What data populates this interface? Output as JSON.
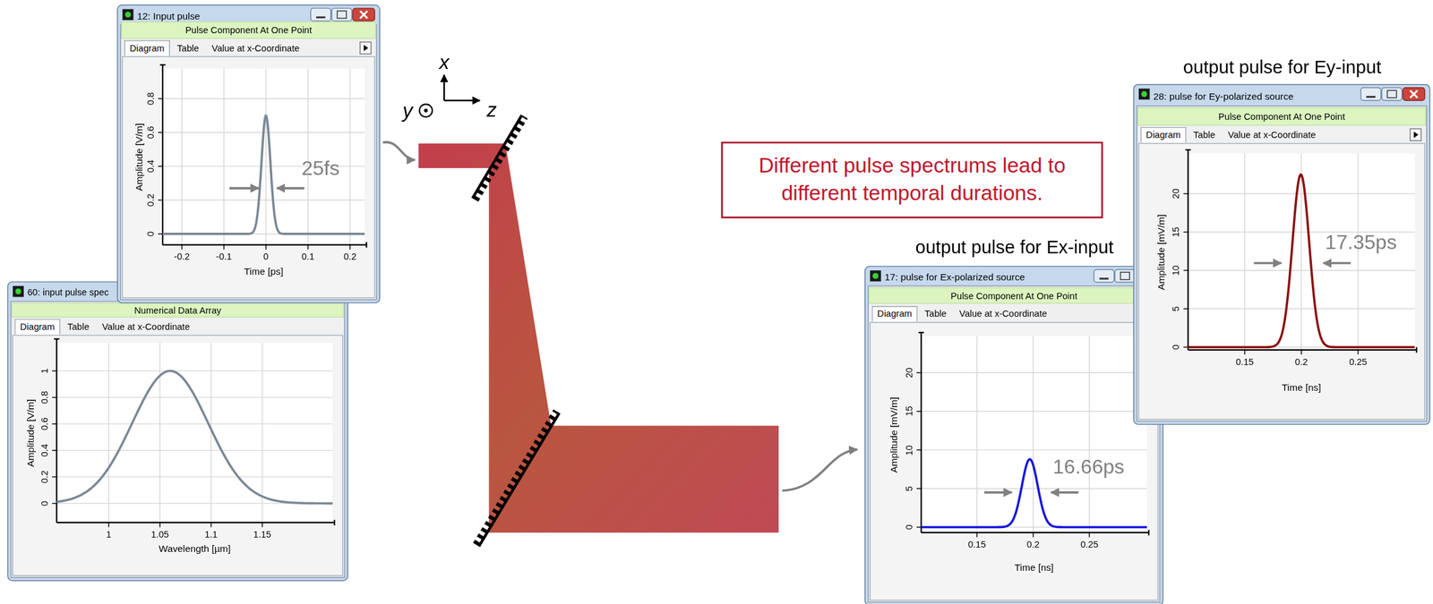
{
  "diagram": {
    "nodes": [
      {
        "text": [
          "12: Input pulse",
          "Pulse Component At One Point",
          "Diagram",
          "Table",
          "Value at x-Coordinate",
          "Amplitude [V/m]",
          "Time [ps]",
          "0",
          "0.2",
          "0.4",
          "0.6",
          "0.8",
          "-0.2",
          "-0.1",
          "0",
          "0.1",
          "0.2",
          "25fs"
        ]
      },
      {
        "text": [
          "60: input pulse spec",
          "Numerical Data Array",
          "Diagram",
          "Table",
          "Value at x-Coordinate",
          "Amplitude [V/m]",
          "Wavelength [µm]",
          "0",
          "0.2",
          "0.4",
          "0.6",
          "0.8",
          "1",
          "1",
          "1.05",
          "1.1",
          "1.15"
        ]
      },
      {
        "text": [
          "Different pulse spectrums lead to different temporal durations."
        ]
      },
      {
        "text": [
          "17: pulse for Ex-polarized source",
          "Pulse Component At One Point",
          "Diagram",
          "Table",
          "Value at x-Coordinate",
          "Amplitude [mV/m]",
          "Time [ns]",
          "0",
          "5",
          "10",
          "15",
          "20",
          "0.15",
          "0.2",
          "0.25",
          "16.66ps"
        ]
      },
      {
        "text": [
          "28: pulse for Ey-polarized source",
          "Pulse Component At One Point",
          "Diagram",
          "Table",
          "Value at x-Coordinate",
          "Amplitude [mV/m]",
          "Time [ns]",
          "0",
          "5",
          "10",
          "15",
          "20",
          "0.15",
          "0.2",
          "0.25",
          "17.35ps"
        ]
      }
    ],
    "labels": [
      "x",
      "y",
      "z",
      "output pulse for Ey-input",
      "output pulse for Ex-input"
    ]
  }
}
